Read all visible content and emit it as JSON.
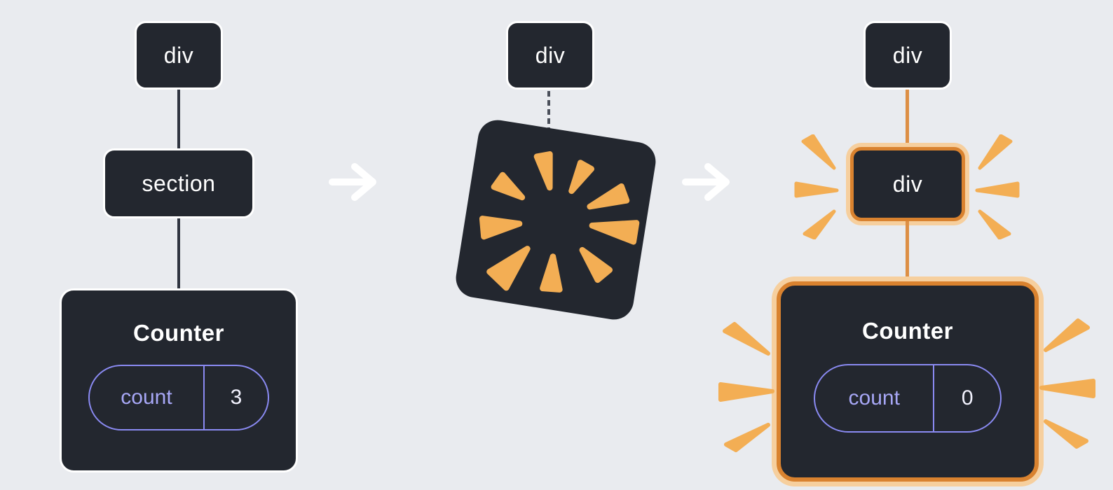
{
  "page": {
    "background": "#e9ebef"
  },
  "colors": {
    "node_fill": "#23272f",
    "node_border": "#ffffff",
    "node_text": "#ffffff",
    "tree_edge": "#2f3440",
    "arrow": "#ffffff",
    "pill_border": "#8a8af2",
    "pill_label_text": "#a7a7f6",
    "pill_value_text": "#f3f3ff",
    "highlight_border": "#d9822f",
    "highlight_halo": "#f6cf9e",
    "highlight_edge": "#dd8f45",
    "spark": "#f3ae54"
  },
  "panels": [
    {
      "id": "before",
      "nodes": [
        {
          "label": "div"
        },
        {
          "label": "section"
        }
      ],
      "component": {
        "title": "Counter",
        "state_label": "count",
        "state_value": "3"
      }
    },
    {
      "id": "removal",
      "nodes": [
        {
          "label": "div"
        }
      ],
      "poof_icon": "explosion-starburst"
    },
    {
      "id": "after",
      "nodes": [
        {
          "label": "div"
        },
        {
          "label": "div"
        }
      ],
      "component": {
        "title": "Counter",
        "state_label": "count",
        "state_value": "0"
      }
    }
  ],
  "arrows": [
    {
      "icon": "right-arrow"
    },
    {
      "icon": "right-arrow"
    }
  ]
}
